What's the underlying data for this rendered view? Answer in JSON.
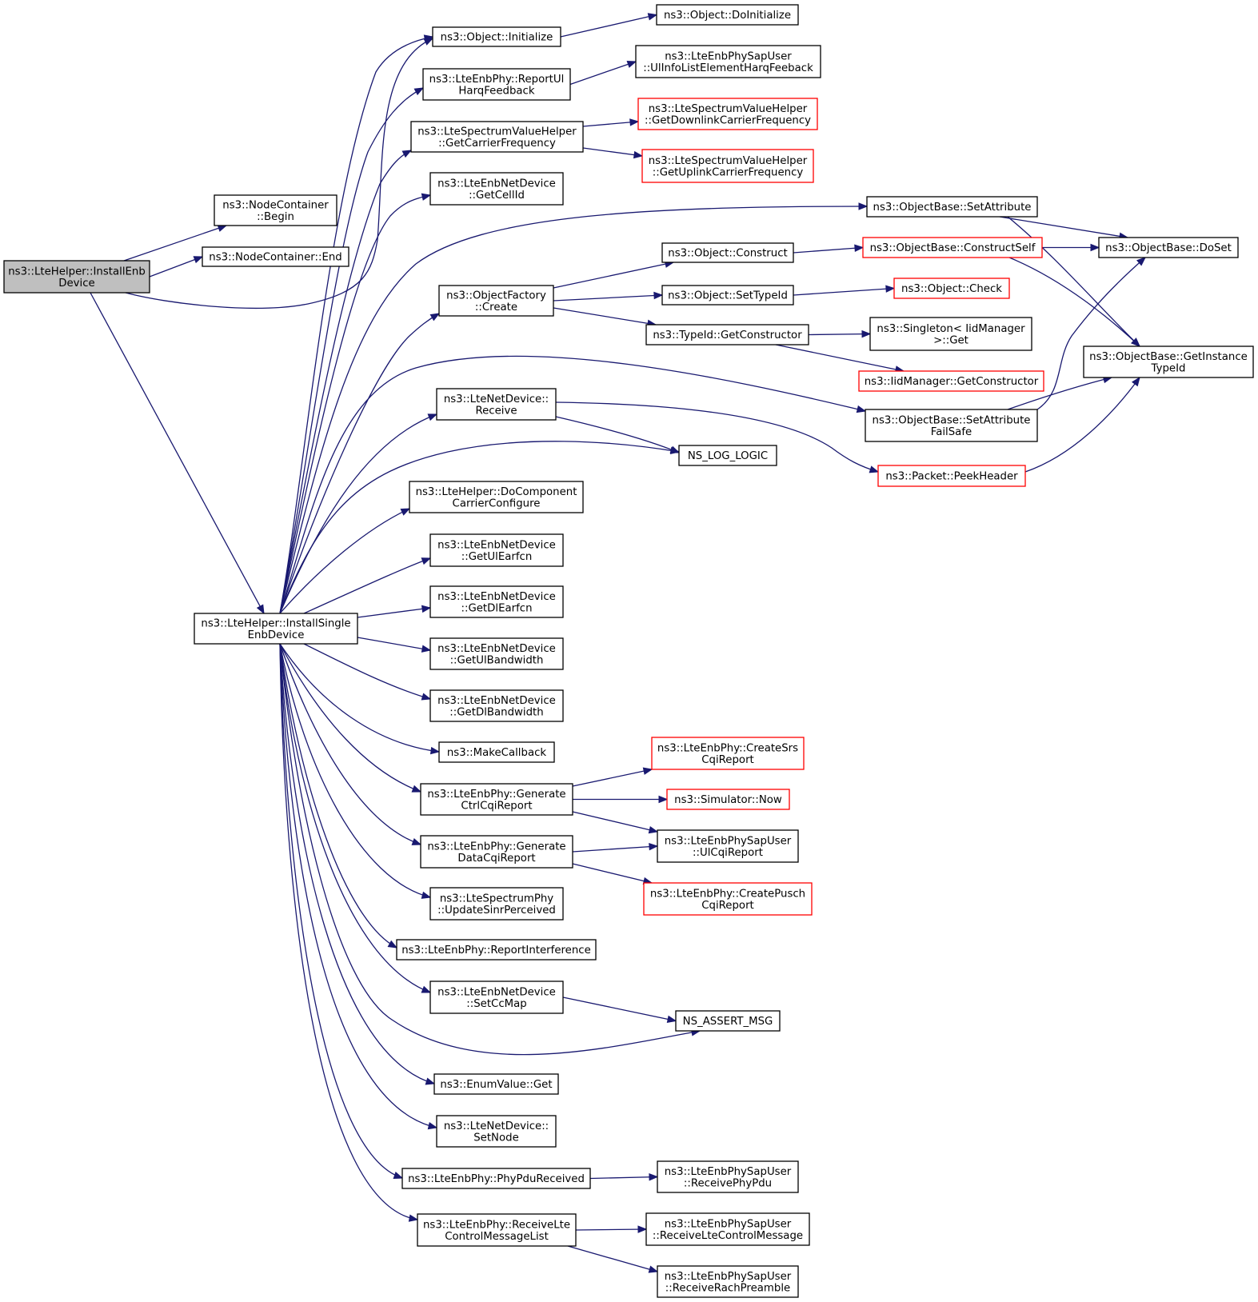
{
  "diagram": {
    "nodes": [
      {
        "id": "root",
        "lines": [
          "ns3::LteHelper::InstallEnb",
          "Device"
        ],
        "style": "root"
      },
      {
        "id": "nc_begin",
        "lines": [
          "ns3::NodeContainer",
          "::Begin"
        ],
        "style": "normal"
      },
      {
        "id": "nc_end",
        "lines": [
          "ns3::NodeContainer::End"
        ],
        "style": "normal"
      },
      {
        "id": "install_single",
        "lines": [
          "ns3::LteHelper::InstallSingle",
          "EnbDevice"
        ],
        "style": "normal"
      },
      {
        "id": "obj_init",
        "lines": [
          "ns3::Object::Initialize"
        ],
        "style": "normal"
      },
      {
        "id": "obj_doinit",
        "lines": [
          "ns3::Object::DoInitialize"
        ],
        "style": "normal"
      },
      {
        "id": "report_ul_harq",
        "lines": [
          "ns3::LteEnbPhy::ReportUl",
          "HarqFeedback"
        ],
        "style": "normal"
      },
      {
        "id": "ulinfo_harq",
        "lines": [
          "ns3::LteEnbPhySapUser",
          "::UlInfoListElementHarqFeeback"
        ],
        "style": "normal"
      },
      {
        "id": "get_carrier_freq",
        "lines": [
          "ns3::LteSpectrumValueHelper",
          "::GetCarrierFrequency"
        ],
        "style": "normal"
      },
      {
        "id": "get_dl_carrier",
        "lines": [
          "ns3::LteSpectrumValueHelper",
          "::GetDownlinkCarrierFrequency"
        ],
        "style": "red"
      },
      {
        "id": "get_ul_carrier",
        "lines": [
          "ns3::LteSpectrumValueHelper",
          "::GetUplinkCarrierFrequency"
        ],
        "style": "red"
      },
      {
        "id": "get_cellid",
        "lines": [
          "ns3::LteEnbNetDevice",
          "::GetCellId"
        ],
        "style": "normal"
      },
      {
        "id": "set_attribute",
        "lines": [
          "ns3::ObjectBase::SetAttribute"
        ],
        "style": "normal"
      },
      {
        "id": "doset",
        "lines": [
          "ns3::ObjectBase::DoSet"
        ],
        "style": "normal"
      },
      {
        "id": "get_instance_typeid",
        "lines": [
          "ns3::ObjectBase::GetInstance",
          "TypeId"
        ],
        "style": "normal"
      },
      {
        "id": "obj_construct",
        "lines": [
          "ns3::Object::Construct"
        ],
        "style": "normal"
      },
      {
        "id": "construct_self",
        "lines": [
          "ns3::ObjectBase::ConstructSelf"
        ],
        "style": "red"
      },
      {
        "id": "of_create",
        "lines": [
          "ns3::ObjectFactory",
          "::Create"
        ],
        "style": "normal"
      },
      {
        "id": "set_typeid",
        "lines": [
          "ns3::Object::SetTypeId"
        ],
        "style": "normal"
      },
      {
        "id": "obj_check",
        "lines": [
          "ns3::Object::Check"
        ],
        "style": "red"
      },
      {
        "id": "get_constructor",
        "lines": [
          "ns3::TypeId::GetConstructor"
        ],
        "style": "normal"
      },
      {
        "id": "singleton_get",
        "lines": [
          "ns3::Singleton< IidManager",
          ">::Get"
        ],
        "style": "normal"
      },
      {
        "id": "iid_get_constructor",
        "lines": [
          "ns3::IidManager::GetConstructor"
        ],
        "style": "red"
      },
      {
        "id": "set_attr_failsafe",
        "lines": [
          "ns3::ObjectBase::SetAttribute",
          "FailSafe"
        ],
        "style": "normal"
      },
      {
        "id": "lnd_receive",
        "lines": [
          "ns3::LteNetDevice::",
          "Receive"
        ],
        "style": "normal"
      },
      {
        "id": "ns_log_logic",
        "lines": [
          "NS_LOG_LOGIC"
        ],
        "style": "normal"
      },
      {
        "id": "peek_header",
        "lines": [
          "ns3::Packet::PeekHeader"
        ],
        "style": "red"
      },
      {
        "id": "do_cc_config",
        "lines": [
          "ns3::LteHelper::DoComponent",
          "CarrierConfigure"
        ],
        "style": "normal"
      },
      {
        "id": "get_ul_earfcn",
        "lines": [
          "ns3::LteEnbNetDevice",
          "::GetUlEarfcn"
        ],
        "style": "normal"
      },
      {
        "id": "get_dl_earfcn",
        "lines": [
          "ns3::LteEnbNetDevice",
          "::GetDlEarfcn"
        ],
        "style": "normal"
      },
      {
        "id": "get_ul_bw",
        "lines": [
          "ns3::LteEnbNetDevice",
          "::GetUlBandwidth"
        ],
        "style": "normal"
      },
      {
        "id": "get_dl_bw",
        "lines": [
          "ns3::LteEnbNetDevice",
          "::GetDlBandwidth"
        ],
        "style": "normal"
      },
      {
        "id": "make_callback",
        "lines": [
          "ns3::MakeCallback"
        ],
        "style": "normal"
      },
      {
        "id": "gen_ctrl_cqi",
        "lines": [
          "ns3::LteEnbPhy::Generate",
          "CtrlCqiReport"
        ],
        "style": "normal"
      },
      {
        "id": "create_srs_cqi",
        "lines": [
          "ns3::LteEnbPhy::CreateSrs",
          "CqiReport"
        ],
        "style": "red"
      },
      {
        "id": "sim_now",
        "lines": [
          "ns3::Simulator::Now"
        ],
        "style": "red"
      },
      {
        "id": "ul_cqi_report",
        "lines": [
          "ns3::LteEnbPhySapUser",
          "::UlCqiReport"
        ],
        "style": "normal"
      },
      {
        "id": "gen_data_cqi",
        "lines": [
          "ns3::LteEnbPhy::Generate",
          "DataCqiReport"
        ],
        "style": "normal"
      },
      {
        "id": "create_pusch_cqi",
        "lines": [
          "ns3::LteEnbPhy::CreatePusch",
          "CqiReport"
        ],
        "style": "red"
      },
      {
        "id": "update_sinr",
        "lines": [
          "ns3::LteSpectrumPhy",
          "::UpdateSinrPerceived"
        ],
        "style": "normal"
      },
      {
        "id": "report_interference",
        "lines": [
          "ns3::LteEnbPhy::ReportInterference"
        ],
        "style": "normal"
      },
      {
        "id": "set_cc_map",
        "lines": [
          "ns3::LteEnbNetDevice",
          "::SetCcMap"
        ],
        "style": "normal"
      },
      {
        "id": "ns_assert_msg",
        "lines": [
          "NS_ASSERT_MSG"
        ],
        "style": "normal"
      },
      {
        "id": "enum_get",
        "lines": [
          "ns3::EnumValue::Get"
        ],
        "style": "normal"
      },
      {
        "id": "lnd_set_node",
        "lines": [
          "ns3::LteNetDevice::",
          "SetNode"
        ],
        "style": "normal"
      },
      {
        "id": "phy_pdu_received",
        "lines": [
          "ns3::LteEnbPhy::PhyPduReceived"
        ],
        "style": "normal"
      },
      {
        "id": "receive_phy_pdu",
        "lines": [
          "ns3::LteEnbPhySapUser",
          "::ReceivePhyPdu"
        ],
        "style": "normal"
      },
      {
        "id": "recv_ctrl_msg_list",
        "lines": [
          "ns3::LteEnbPhy::ReceiveLte",
          "ControlMessageList"
        ],
        "style": "normal"
      },
      {
        "id": "recv_lte_ctrl_msg",
        "lines": [
          "ns3::LteEnbPhySapUser",
          "::ReceiveLteControlMessage"
        ],
        "style": "normal"
      },
      {
        "id": "recv_rach",
        "lines": [
          "ns3::LteEnbPhySapUser",
          "::ReceiveRachPreamble"
        ],
        "style": "normal"
      }
    ],
    "edges": [
      {
        "from": "root",
        "to": "nc_begin"
      },
      {
        "from": "root",
        "to": "nc_end"
      },
      {
        "from": "root",
        "to": "install_single"
      },
      {
        "from": "root",
        "to": "obj_init"
      },
      {
        "from": "install_single",
        "to": "obj_init"
      },
      {
        "from": "install_single",
        "to": "report_ul_harq"
      },
      {
        "from": "install_single",
        "to": "get_carrier_freq"
      },
      {
        "from": "install_single",
        "to": "get_cellid"
      },
      {
        "from": "install_single",
        "to": "set_attribute"
      },
      {
        "from": "install_single",
        "to": "of_create"
      },
      {
        "from": "install_single",
        "to": "set_attr_failsafe"
      },
      {
        "from": "install_single",
        "to": "lnd_receive"
      },
      {
        "from": "install_single",
        "to": "ns_log_logic"
      },
      {
        "from": "install_single",
        "to": "do_cc_config"
      },
      {
        "from": "install_single",
        "to": "get_ul_earfcn"
      },
      {
        "from": "install_single",
        "to": "get_dl_earfcn"
      },
      {
        "from": "install_single",
        "to": "get_ul_bw"
      },
      {
        "from": "install_single",
        "to": "get_dl_bw"
      },
      {
        "from": "install_single",
        "to": "make_callback"
      },
      {
        "from": "install_single",
        "to": "gen_ctrl_cqi"
      },
      {
        "from": "install_single",
        "to": "gen_data_cqi"
      },
      {
        "from": "install_single",
        "to": "update_sinr"
      },
      {
        "from": "install_single",
        "to": "report_interference"
      },
      {
        "from": "install_single",
        "to": "set_cc_map"
      },
      {
        "from": "install_single",
        "to": "ns_assert_msg"
      },
      {
        "from": "install_single",
        "to": "enum_get"
      },
      {
        "from": "install_single",
        "to": "lnd_set_node"
      },
      {
        "from": "install_single",
        "to": "phy_pdu_received"
      },
      {
        "from": "install_single",
        "to": "recv_ctrl_msg_list"
      },
      {
        "from": "obj_init",
        "to": "obj_doinit"
      },
      {
        "from": "report_ul_harq",
        "to": "ulinfo_harq"
      },
      {
        "from": "get_carrier_freq",
        "to": "get_dl_carrier"
      },
      {
        "from": "get_carrier_freq",
        "to": "get_ul_carrier"
      },
      {
        "from": "set_attribute",
        "to": "doset"
      },
      {
        "from": "set_attribute",
        "to": "get_instance_typeid"
      },
      {
        "from": "of_create",
        "to": "obj_construct"
      },
      {
        "from": "of_create",
        "to": "set_typeid"
      },
      {
        "from": "of_create",
        "to": "get_constructor"
      },
      {
        "from": "obj_construct",
        "to": "construct_self"
      },
      {
        "from": "construct_self",
        "to": "doset"
      },
      {
        "from": "construct_self",
        "to": "get_instance_typeid"
      },
      {
        "from": "set_typeid",
        "to": "obj_check"
      },
      {
        "from": "get_constructor",
        "to": "singleton_get"
      },
      {
        "from": "get_constructor",
        "to": "iid_get_constructor"
      },
      {
        "from": "set_attr_failsafe",
        "to": "doset"
      },
      {
        "from": "set_attr_failsafe",
        "to": "get_instance_typeid"
      },
      {
        "from": "lnd_receive",
        "to": "ns_log_logic"
      },
      {
        "from": "lnd_receive",
        "to": "peek_header"
      },
      {
        "from": "peek_header",
        "to": "get_instance_typeid"
      },
      {
        "from": "gen_ctrl_cqi",
        "to": "create_srs_cqi"
      },
      {
        "from": "gen_ctrl_cqi",
        "to": "sim_now"
      },
      {
        "from": "gen_ctrl_cqi",
        "to": "ul_cqi_report"
      },
      {
        "from": "gen_data_cqi",
        "to": "ul_cqi_report"
      },
      {
        "from": "gen_data_cqi",
        "to": "create_pusch_cqi"
      },
      {
        "from": "set_cc_map",
        "to": "ns_assert_msg"
      },
      {
        "from": "phy_pdu_received",
        "to": "receive_phy_pdu"
      },
      {
        "from": "recv_ctrl_msg_list",
        "to": "recv_lte_ctrl_msg"
      },
      {
        "from": "recv_ctrl_msg_list",
        "to": "recv_rach"
      }
    ],
    "colors": {
      "edge": "#191970",
      "border": "#000000",
      "border_red": "#ff0000",
      "root_fill": "#bfbfbf",
      "fill": "#ffffff"
    }
  }
}
